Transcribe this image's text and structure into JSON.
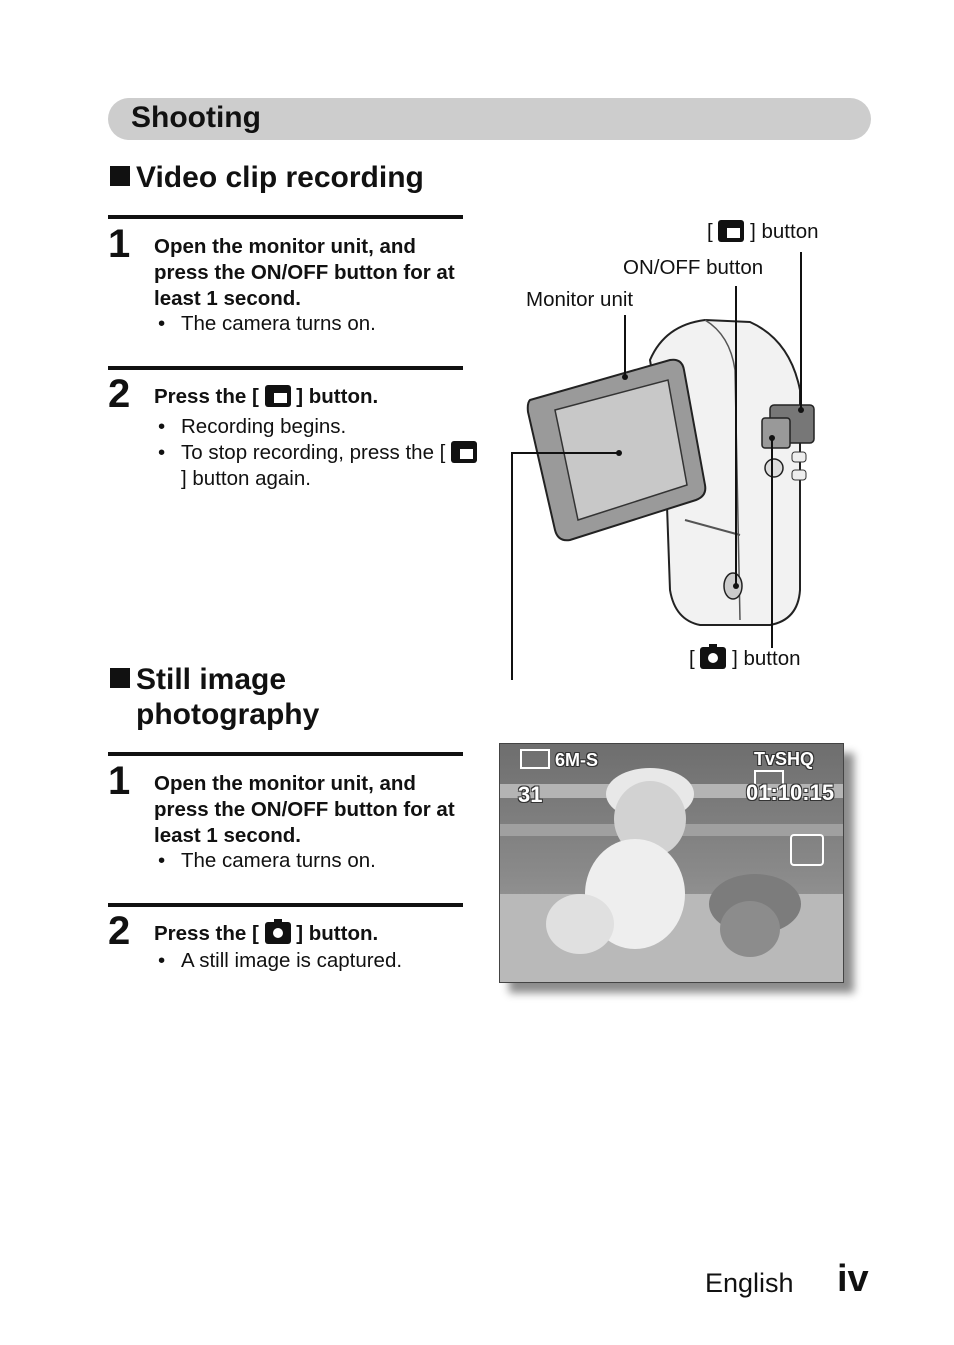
{
  "section": {
    "title": "Shooting"
  },
  "video": {
    "heading": "Video clip recording",
    "step1": {
      "num": "1",
      "text": "Open the monitor unit, and press the ON/OFF button for at least 1 second.",
      "bullets": [
        "The camera turns on."
      ]
    },
    "step2": {
      "num": "2",
      "text_before": "Press the [",
      "text_after": "] button.",
      "bullet1": "Recording begins.",
      "bullet2_before": "To stop recording, press the [",
      "bullet2_after": "] button again."
    }
  },
  "still": {
    "heading_line1": "Still image",
    "heading_line2": "photography",
    "step1": {
      "num": "1",
      "text": "Open the monitor unit, and press the ON/OFF button for at least 1 second.",
      "bullets": [
        "The camera turns on."
      ]
    },
    "step2": {
      "num": "2",
      "text_before": "Press the [",
      "text_after": "] button.",
      "bullet1": "A still image is captured."
    }
  },
  "diagram": {
    "label_video_btn_before": "[",
    "label_video_btn_after": "] button",
    "label_onoff": "ON/OFF button",
    "label_monitor": "Monitor unit",
    "label_photo_btn_before": "[",
    "label_photo_btn_after": "] button"
  },
  "screen": {
    "mode": "6M-S",
    "quality": "TvSHQ",
    "shots": "31",
    "time": "01:10:15"
  },
  "footer": {
    "language": "English",
    "page": "iv"
  },
  "icons": {
    "video": "video-camera-icon",
    "photo": "camera-icon"
  },
  "colors": {
    "section_bar": "#cdcdcd",
    "text": "#111111"
  }
}
